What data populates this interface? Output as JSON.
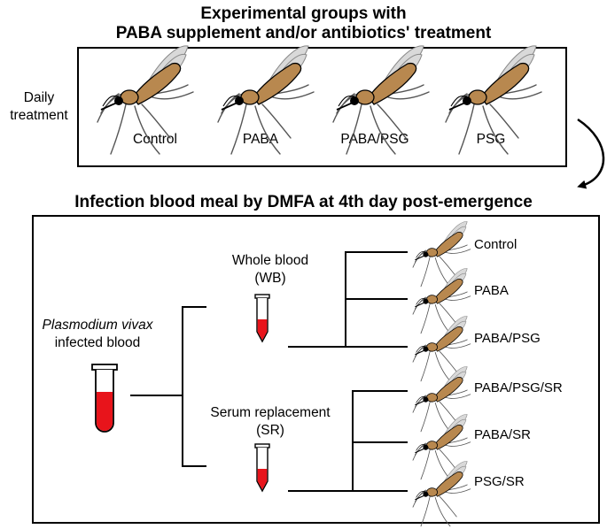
{
  "titles": {
    "line1": "Experimental groups with",
    "line2": "PABA supplement and/or antibiotics' treatment",
    "infection": "Infection blood meal by DMFA at 4th day post-emergence"
  },
  "daily_treatment": {
    "line1": "Daily",
    "line2": "treatment"
  },
  "top_groups": [
    "Control",
    "PABA",
    "PABA/PSG",
    "PSG"
  ],
  "blood": {
    "line1": "Plasmodium vivax",
    "line2": "infected blood"
  },
  "whole_blood": {
    "line1": "Whole blood",
    "line2": "(WB)"
  },
  "serum_replacement": {
    "line1": "Serum replacement",
    "line2": "(SR)"
  },
  "outcome_groups": [
    "Control",
    "PABA",
    "PABA/PSG",
    "PABA/PSG/SR",
    "PABA/SR",
    "PSG/SR"
  ],
  "colors": {
    "mosquito_body": "#b8884f",
    "mosquito_wing": "#d9d9d9",
    "blood": "#e8141b",
    "line": "#000000"
  }
}
